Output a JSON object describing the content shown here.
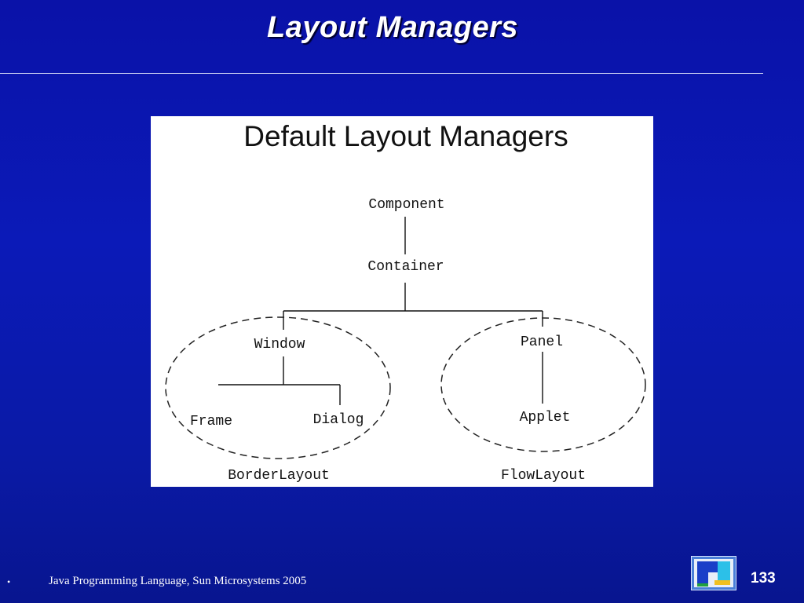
{
  "slide": {
    "title": "Layout Managers"
  },
  "figure": {
    "heading": "Default Layout Managers",
    "nodes": {
      "component": "Component",
      "container": "Container",
      "window": "Window",
      "panel": "Panel",
      "frame": "Frame",
      "dialog": "Dialog",
      "applet": "Applet"
    },
    "groups": {
      "left": "BorderLayout",
      "right": "FlowLayout"
    }
  },
  "footer": {
    "bullet": "•",
    "source": "Java Programming Language, Sun Microsystems 2005",
    "page_number": "133"
  },
  "colors": {
    "background": "#0b1ab8",
    "figure_background": "#ffffff"
  }
}
